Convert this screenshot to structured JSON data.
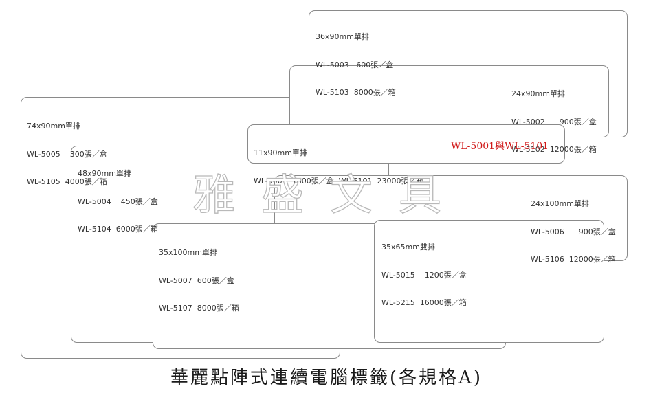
{
  "labels": {
    "l36x90": {
      "title": "36x90mm單排",
      "row1": "WL-5003   600張／盒",
      "row2": "WL-5103  8000張／箱"
    },
    "l24x90": {
      "title": "24x90mm單排",
      "row1": "WL-5002      900張／盒",
      "row2": "WL-5102  12000張／箱"
    },
    "l74x90": {
      "title": "74x90mm單排",
      "row1": "WL-5005    300張／盒",
      "row2": "WL-5105  4000張／箱"
    },
    "l11x90": {
      "title": "11x90mm單排",
      "row1": "WL-5001  1800張／盒  WL-5101  23000張／箱"
    },
    "l48x90": {
      "title": "48x90mm單排",
      "row1": "WL-5004    450張／盒",
      "row2": "WL-5104  6000張／箱"
    },
    "l24x100": {
      "title": "24x100mm單排",
      "row1": "WL-5006      900張／盒",
      "row2": "WL-5106  12000張／箱"
    },
    "l35x100": {
      "title": "35x100mm單排",
      "row1": "WL-5007  600張／盒",
      "row2": "WL-5107  8000張／箱"
    },
    "l35x65": {
      "title": "35x65mm雙排",
      "row1": "WL-5015    1200張／盒",
      "row2": "WL-5215  16000張／箱"
    }
  },
  "highlight": "WL-5001與WL-5101",
  "watermark": "雅盛文具",
  "caption": "華麗點陣式連續電腦標籤(各規格A)",
  "colors": {
    "border": "#8a8a8a",
    "highlight": "#d01818",
    "watermark_stroke": "#b9b9b9"
  }
}
